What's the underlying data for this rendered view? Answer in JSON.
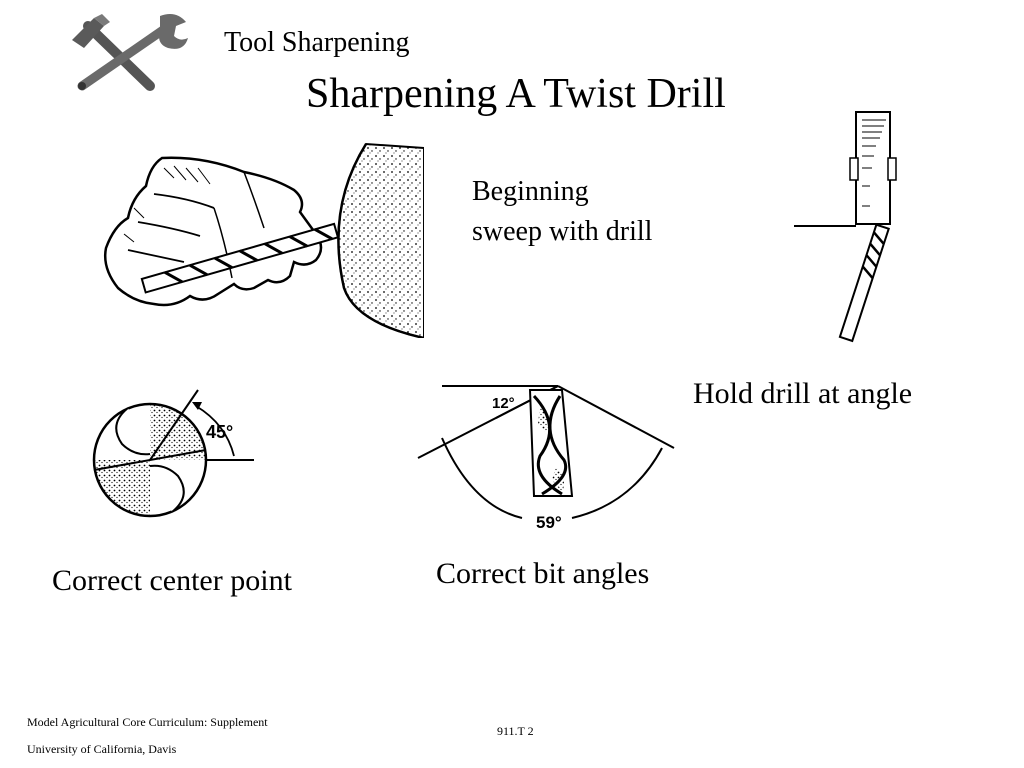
{
  "header": {
    "section_title": "Tool Sharpening",
    "slide_title": "Sharpening A Twist Drill",
    "logo_icon": "hammer-wrench-icon"
  },
  "illustrations": {
    "sweep_caption_line1": "Beginning",
    "sweep_caption_line2": "sweep with drill",
    "angle_caption": "Hold drill at angle",
    "center_caption": "Correct center point",
    "center_angle_label": "45°",
    "bit_caption": "Correct bit angles",
    "bit_lip_angle_label": "12°",
    "bit_point_angle_label": "59°"
  },
  "footer": {
    "curriculum": "Model Agricultural Core Curriculum:  Supplement",
    "institution": "University of California, Davis",
    "slide_code": "911.T 2"
  },
  "colors": {
    "text": "#000000",
    "background": "#ffffff",
    "tool_gray": "#666666"
  }
}
